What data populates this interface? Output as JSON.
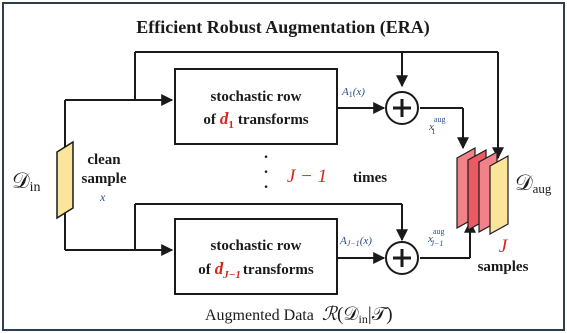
{
  "title": "Efficient Robust Augmentation (ERA)",
  "input": {
    "symbol": "𝒟",
    "subscript": "in",
    "label_line1": "clean",
    "label_line2": "sample",
    "var": "x"
  },
  "block_top": {
    "line1": "stochastic row",
    "of": "of",
    "d": "d",
    "d_sub": "1",
    "transforms": "transforms"
  },
  "block_bottom": {
    "line1": "stochastic row",
    "of": "of",
    "d": "d",
    "d_sub": "J−1",
    "transforms": "transforms"
  },
  "top_output_label": {
    "main": "A",
    "sub": "1",
    "arg": "(x)"
  },
  "bottom_output_label": {
    "main": "A",
    "sub": "J−1",
    "arg": "(x)"
  },
  "top_aug_label": {
    "main": "x",
    "sup": "aug",
    "sub": "1"
  },
  "bottom_aug_label": {
    "main": "x",
    "sup": "aug",
    "sub": "J−1"
  },
  "repeat": {
    "dots": "·",
    "count": "J − 1",
    "times": "times"
  },
  "output": {
    "symbol": "𝒟",
    "subscript": "aug",
    "count_var": "J",
    "samples": "samples"
  },
  "footer": {
    "text": "Augmented Data",
    "R": "ℛ",
    "open": "(",
    "D": "𝒟",
    "D_sub": "in",
    "bar": "|",
    "T": "𝒯",
    "close": ")"
  },
  "colors": {
    "accent_red": "#d9241c",
    "sample_fill": "#fbe59a",
    "stack_pink": "#f2828a",
    "stack_red": "#e95a62",
    "box_stroke": "#1a1a1a",
    "border": "#2d3e50"
  }
}
